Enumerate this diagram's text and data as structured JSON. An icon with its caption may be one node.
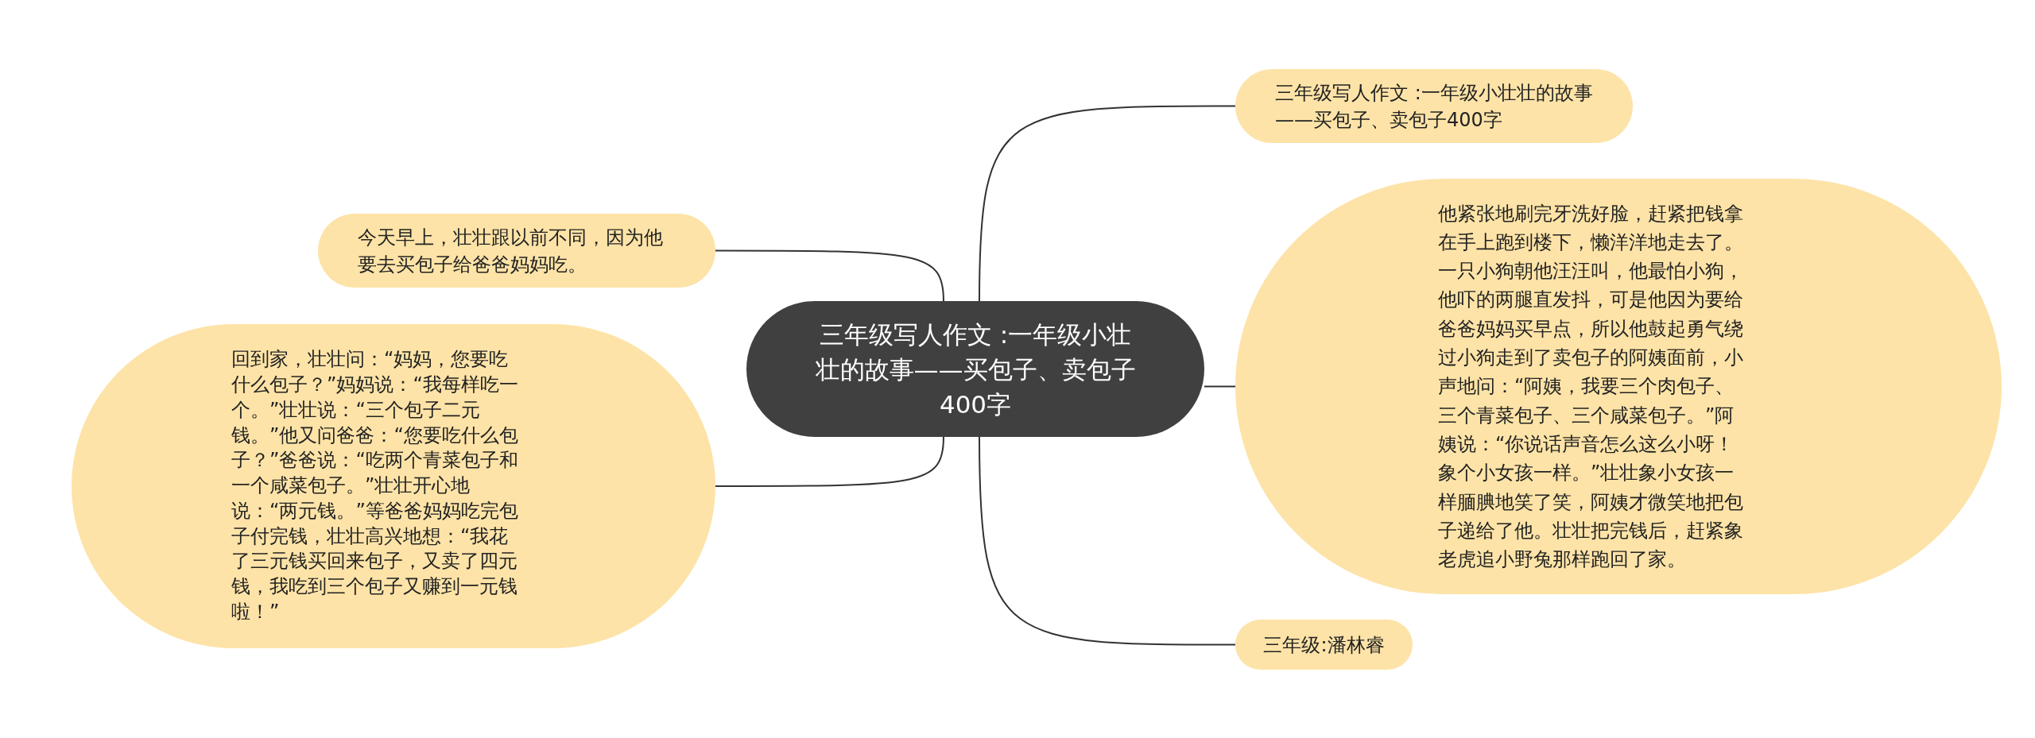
{
  "diagram": {
    "nodes": [
      {
        "text": [
          "三年级写人作文 :一年级小壮壮的故事——买包子、卖包子400字"
        ]
      },
      {
        "text": [
          "三年级写人作文 :一年级小壮壮的故事——买包子、卖包子400字"
        ]
      },
      {
        "text": [
          "今天早上，壮壮跟以前不同，因为他要去买包子给爸爸妈妈吃。"
        ]
      },
      {
        "text": [
          "他紧张地刷完牙洗好脸，赶紧把钱拿在手上跑到楼下，懒洋洋地走去了。一只小狗朝他汪汪叫，他最怕小狗，他吓的两腿直发抖，可是他因为要给爸爸妈妈买早点，所以他鼓起勇气绕过小狗走到了卖包子的阿姨面前，小声地问：“阿姨，我要三个肉包子、三个青菜包子、三个咸菜包子。”阿姨说：“你说话声音怎么这么小呀！象个小女孩一样。”壮壮象小女孩一样腼腆地笑了笑，阿姨才微笑地把包子递给了他。壮壮把完钱后，赶紧象老虎追小野兔那样跑回了家。"
        ]
      },
      {
        "text": [
          "回到家，壮壮问：“妈妈，您要吃什么包子？”妈妈说：“我每样吃一个。”壮壮说：“三个包子二元钱。”他又问爸爸：“您要吃什么包子？”爸爸说：“吃两个青菜包子和一个咸菜包子。”壮壮开心地说：“两元钱。”等爸爸妈妈吃完包子付完钱，壮壮高兴地想：“我花了三元钱买回来包子，又卖了四元钱，我吃到三个包子又赚到一元钱啦！”"
        ]
      },
      {
        "text": [
          "三年级:潘林睿"
        ]
      }
    ],
    "edges": [
      {
        "from": 0,
        "to": 1,
        "arrow": "none"
      },
      {
        "from": 0,
        "to": 2,
        "arrow": "none"
      },
      {
        "from": 0,
        "to": 3,
        "arrow": "none"
      },
      {
        "from": 0,
        "to": 4,
        "arrow": "none"
      },
      {
        "from": 0,
        "to": 5,
        "arrow": "none"
      }
    ]
  }
}
